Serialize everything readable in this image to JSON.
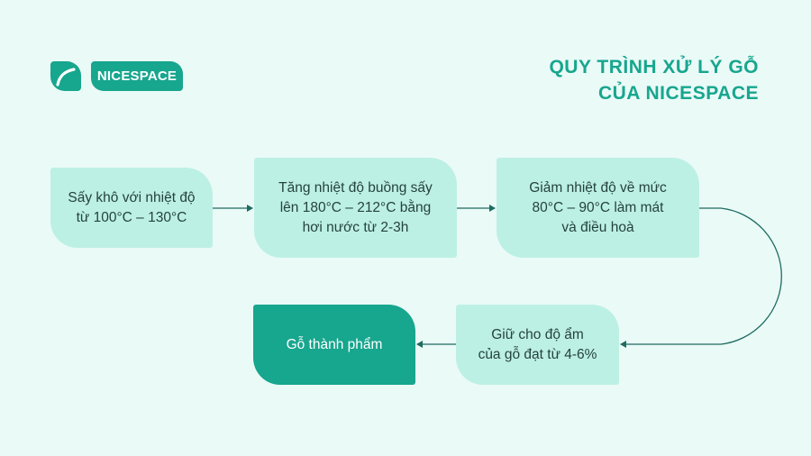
{
  "brand": {
    "name": "NICESPACE"
  },
  "title": {
    "line1": "QUY TRÌNH XỬ LÝ GỖ",
    "line2": "CỦA NICESPACE"
  },
  "steps": [
    {
      "text": "Sấy khô với nhiệt độ\ntừ 100°C – 130°C"
    },
    {
      "text": "Tăng nhiệt độ buồng sấy\nlên 180°C – 212°C bằng\nhơi nước từ 2-3h"
    },
    {
      "text": "Giảm nhiệt độ về mức\n80°C – 90°C làm mát\nvà điều hoà"
    },
    {
      "text": "Giữ cho độ ẩm\ncủa gỗ đạt từ 4-6%"
    },
    {
      "text": "Gỗ thành phẩm"
    }
  ],
  "colors": {
    "background": "#eafaf7",
    "accent": "#17a68e",
    "step_fill": "#bdf0e4",
    "text_dark": "#24423d",
    "connector": "#1e6b60"
  }
}
